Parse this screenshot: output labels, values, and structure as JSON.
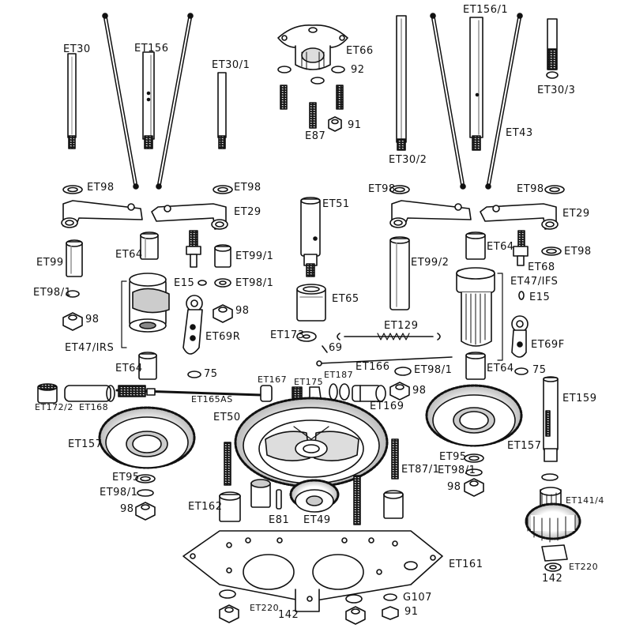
{
  "diagram": {
    "labels": {
      "et30": "ET30",
      "et156": "ET156",
      "et30_1": "ET30/1",
      "et66": "ET66",
      "n92": "92",
      "n91a": "91",
      "e87": "E87",
      "et156_1": "ET156/1",
      "et30_3": "ET30/3",
      "et43": "ET43",
      "et30_2": "ET30/2",
      "et98_a": "ET98",
      "et98_b": "ET98",
      "et29_l": "ET29",
      "et51": "ET51",
      "et98_c": "ET98",
      "et98_d": "ET98",
      "et29_r": "ET29",
      "et99": "ET99",
      "et64_a": "ET64",
      "e15_l": "E15",
      "et99_1": "ET99/1",
      "et98_1a": "ET98/1",
      "et98_1b": "ET98/1",
      "n98_a": "98",
      "n98_b": "98",
      "et47irs": "ET47/IRS",
      "et69r": "ET69R",
      "et64_b": "ET64",
      "n75_a": "75",
      "et65": "ET65",
      "et99_2": "ET99/2",
      "et64_c": "ET64",
      "et68": "ET68",
      "et98_e": "ET98",
      "et47ifs": "ET47/IFS",
      "e15_r": "E15",
      "et129": "ET129",
      "et173": "ET173",
      "n69": "69",
      "et166": "ET166",
      "et98_1c": "ET98/1",
      "et69f": "ET69F",
      "et64_d": "ET64",
      "n75_b": "75",
      "et172_2": "ET172/2",
      "et168": "ET168",
      "et165as": "ET165AS",
      "et167": "ET167",
      "et175": "ET175",
      "et187": "ET187",
      "et169": "ET169",
      "n98_c": "98",
      "et159": "ET159",
      "et157_l": "ET157",
      "et50": "ET50",
      "et157_r": "ET157",
      "et95_r": "ET95",
      "et98_1d": "ET98/1",
      "n98_d": "98",
      "et95_l": "ET95",
      "et98_1e": "ET98/1",
      "n98_e": "98",
      "et87_1": "ET87/1",
      "et162": "ET162",
      "e81": "E81",
      "et49": "ET49",
      "et141_4": "ET141/4",
      "et220_r": "ET220",
      "n142_r": "142",
      "et161": "ET161",
      "g107": "G107",
      "et220_b": "ET220",
      "n142_b": "142",
      "n91_b": "91"
    }
  }
}
